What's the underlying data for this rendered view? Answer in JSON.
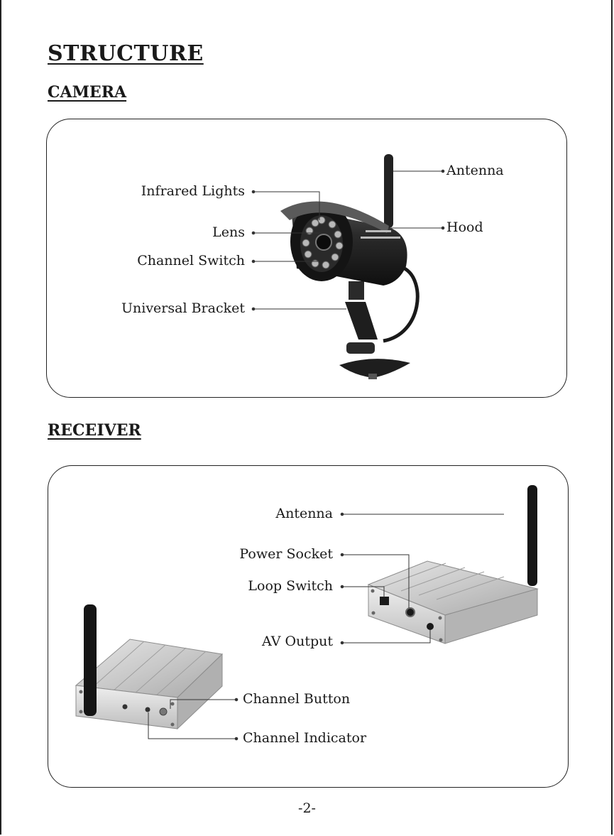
{
  "title": "STRUCTURE",
  "camera": {
    "heading": "CAMERA",
    "labels": {
      "antenna": "Antenna",
      "infrared_lights": "Infrared Lights",
      "hood": "Hood",
      "lens": "Lens",
      "channel_switch": "Channel Switch",
      "universal_bracket": "Universal Bracket"
    }
  },
  "receiver": {
    "heading": "RECEIVER",
    "labels": {
      "antenna": "Antenna",
      "power_socket": "Power Socket",
      "loop_switch": "Loop Switch",
      "av_output": "AV Output",
      "channel_button": "Channel Button",
      "channel_indicator": "Channel Indicator"
    }
  },
  "page_number": "-2-"
}
